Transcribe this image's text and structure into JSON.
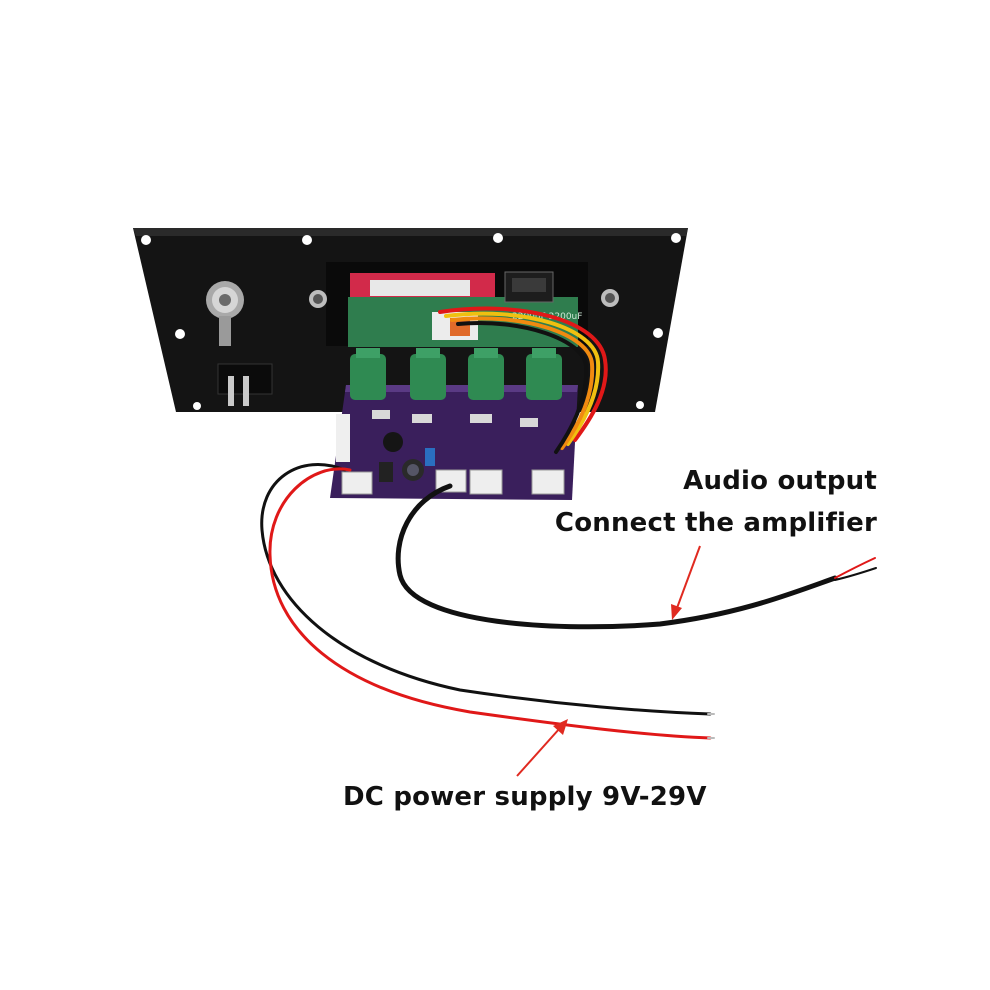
{
  "annotations": {
    "audio_output": "Audio output",
    "connect_amplifier": "Connect the amplifier",
    "dc_power": "DC power supply 9V-29V"
  },
  "board_markings": {
    "capacitor_text": "2200uF 2200uF"
  },
  "colors": {
    "background": "#ffffff",
    "panel": "#141414",
    "pcb": "#3a1f5c",
    "green_module": "#2f7d4e",
    "wire_red": "#e01818",
    "wire_black": "#111111",
    "wire_yellow": "#f0c010",
    "arrow": "#e02a20",
    "label_text": "#111111"
  }
}
